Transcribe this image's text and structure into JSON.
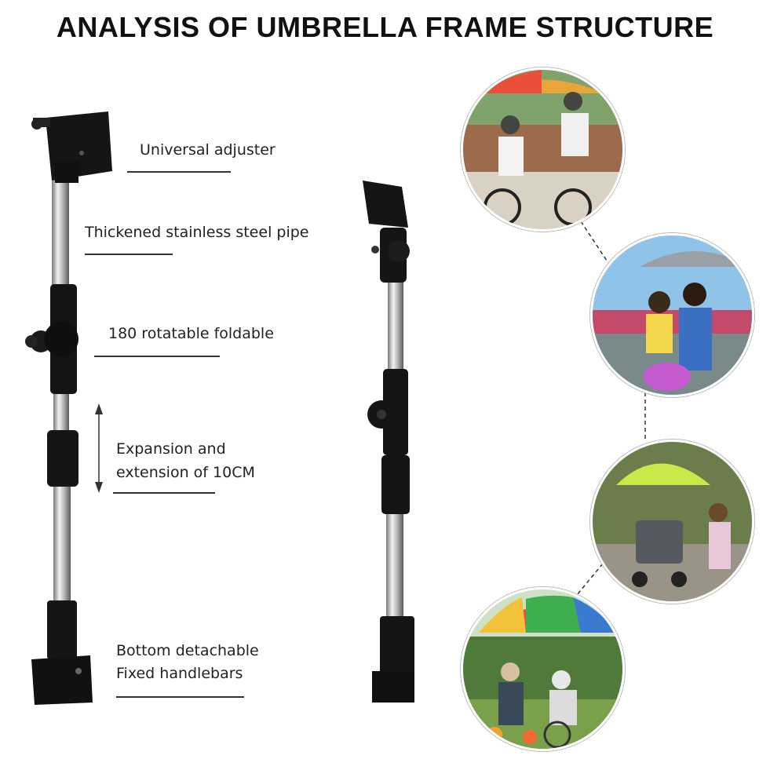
{
  "title": "ANALYSIS OF UMBRELLA FRAME STRUCTURE",
  "labels": {
    "adjuster": "Universal adjuster",
    "pipe": "Thickened stainless steel pipe",
    "rotatable": "180 rotatable foldable",
    "expansion_1": "Expansion and",
    "expansion_2": "extension of 10CM",
    "bottom_1": "Bottom detachable",
    "bottom_2": "Fixed handlebars"
  },
  "scenes": [
    {
      "name": "bicycle-riders",
      "umbrella_color": "#e8a63a"
    },
    {
      "name": "scooter-couple",
      "umbrella_color": "#9aa0a8"
    },
    {
      "name": "baby-stroller",
      "umbrella_color": "#c9e84a"
    },
    {
      "name": "wheelchair-park",
      "umbrella_color": "#e84c3d"
    }
  ],
  "colors": {
    "frame_black": "#111111",
    "steel": "#c8c8c8"
  }
}
